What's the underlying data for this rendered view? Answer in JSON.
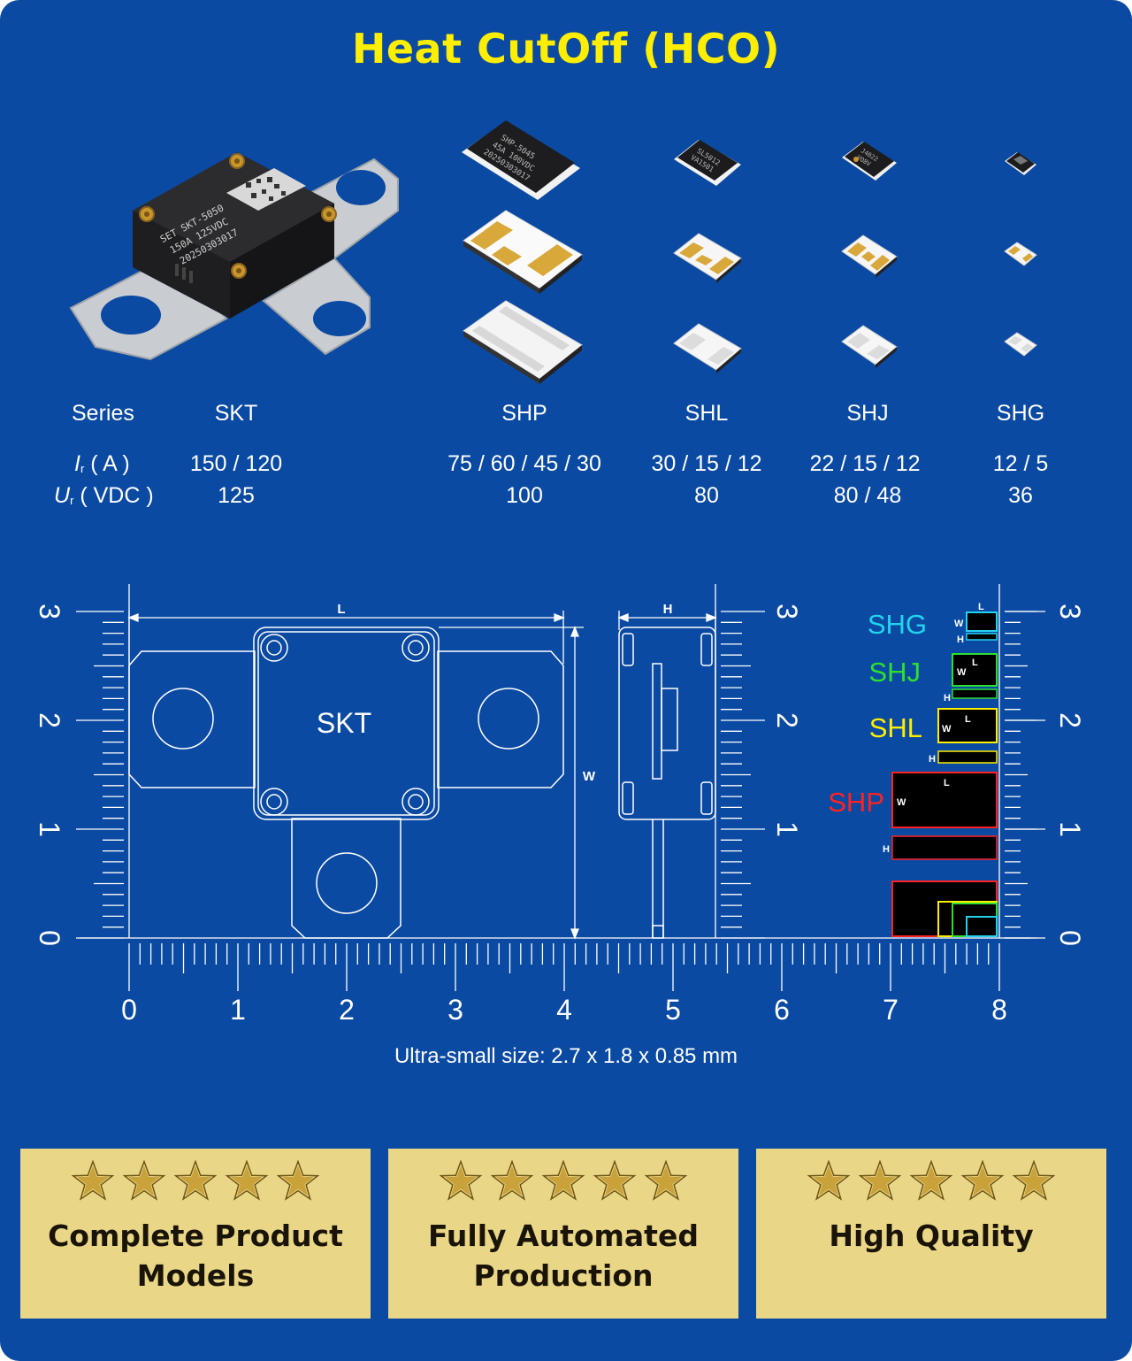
{
  "title": "Heat CutOff (HCO)",
  "spec_table": {
    "series_label": "Series",
    "current_param": {
      "symbol": "I",
      "sub": "r",
      "unit": "( A )"
    },
    "voltage_param": {
      "symbol": "U",
      "sub": "r",
      "unit": "( VDC )"
    },
    "columns": [
      {
        "series": "SKT",
        "current": "150 / 120",
        "voltage": "125"
      },
      {
        "series": "SHP",
        "current": "75 / 60 / 45 / 30",
        "voltage": "100"
      },
      {
        "series": "SHL",
        "current": "30 / 15 / 12",
        "voltage": "80"
      },
      {
        "series": "SHJ",
        "current": "22 / 15 / 12",
        "voltage": "80 / 48"
      },
      {
        "series": "SHG",
        "current": "12 / 5",
        "voltage": "36"
      }
    ]
  },
  "product_markings": {
    "skt": [
      "SET SKT-5050",
      "150A 125VDC",
      "20250303017"
    ],
    "shp": [
      "SHP-5045",
      "45A 100VDC",
      "20250303017"
    ],
    "shl": [
      "SL5012",
      "VA1501"
    ],
    "shj": [
      "J4022",
      "VO8V"
    ]
  },
  "drawing": {
    "x_ticks": [
      "0",
      "1",
      "2",
      "3",
      "4",
      "5",
      "6",
      "7",
      "8"
    ],
    "y_ticks": [
      "0",
      "1",
      "2",
      "3"
    ],
    "center_label": "SKT",
    "dim_length": "L",
    "dim_width": "W",
    "dim_height": "H",
    "series_legend": [
      {
        "name": "SHG",
        "color": "#22d3ee"
      },
      {
        "name": "SHJ",
        "color": "#2ee02e"
      },
      {
        "name": "SHL",
        "color": "#ffee00"
      },
      {
        "name": "SHP",
        "color": "#ff2222"
      }
    ],
    "caption": "Ultra-small size: 2.7 x 1.8 x 0.85 mm"
  },
  "features": [
    {
      "label": "Complete Product Models",
      "stars": 5
    },
    {
      "label": "Fully Automated Production",
      "stars": 5
    },
    {
      "label": "High Quality",
      "stars": 5
    }
  ]
}
